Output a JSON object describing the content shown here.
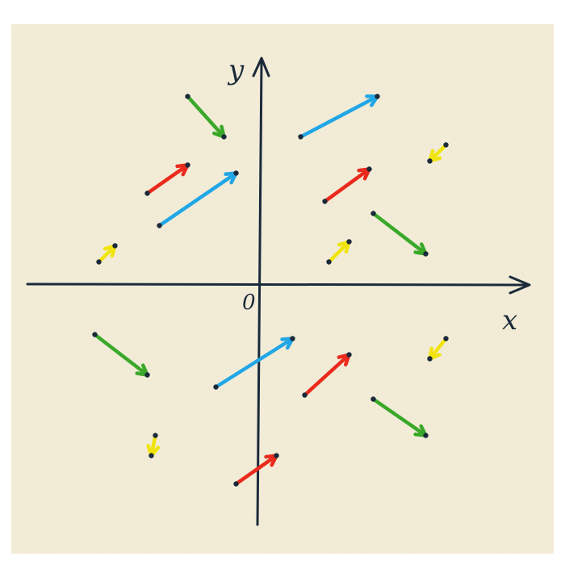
{
  "axes": {
    "x_label": "x",
    "y_label": "y",
    "origin_label": "0",
    "axis_color": "#1b2a3a"
  },
  "paper": {
    "color": "#f4eeda"
  },
  "colors": {
    "green": "#3aa829",
    "red": "#ea2a1c",
    "blue": "#21a6e6",
    "yellow": "#f1e40e",
    "endpoint": "#1b2a3a"
  },
  "vectors": [
    {
      "color": "green",
      "from": [
        -1.75,
        4.65
      ],
      "to": [
        -0.85,
        3.65
      ]
    },
    {
      "color": "red",
      "from": [
        -2.75,
        2.25
      ],
      "to": [
        -1.75,
        2.95
      ]
    },
    {
      "color": "blue",
      "from": [
        -2.45,
        1.45
      ],
      "to": [
        -0.55,
        2.75
      ]
    },
    {
      "color": "yellow",
      "from": [
        -3.95,
        0.55
      ],
      "to": [
        -3.55,
        0.95
      ]
    },
    {
      "color": "blue",
      "from": [
        1.05,
        3.65
      ],
      "to": [
        2.95,
        4.65
      ]
    },
    {
      "color": "yellow",
      "from": [
        4.65,
        3.45
      ],
      "to": [
        4.25,
        3.05
      ]
    },
    {
      "color": "red",
      "from": [
        1.65,
        2.05
      ],
      "to": [
        2.75,
        2.85
      ]
    },
    {
      "color": "green",
      "from": [
        2.85,
        1.75
      ],
      "to": [
        4.15,
        0.75
      ]
    },
    {
      "color": "yellow",
      "from": [
        1.75,
        0.55
      ],
      "to": [
        2.25,
        1.05
      ]
    },
    {
      "color": "green",
      "from": [
        -4.05,
        -1.25
      ],
      "to": [
        -2.75,
        -2.25
      ]
    },
    {
      "color": "blue",
      "from": [
        -1.05,
        -2.55
      ],
      "to": [
        0.85,
        -1.35
      ]
    },
    {
      "color": "red",
      "from": [
        1.15,
        -2.75
      ],
      "to": [
        2.25,
        -1.75
      ]
    },
    {
      "color": "yellow",
      "from": [
        4.65,
        -1.35
      ],
      "to": [
        4.25,
        -1.85
      ]
    },
    {
      "color": "green",
      "from": [
        2.85,
        -2.85
      ],
      "to": [
        4.15,
        -3.75
      ]
    },
    {
      "color": "yellow",
      "from": [
        -2.55,
        -3.75
      ],
      "to": [
        -2.65,
        -4.25
      ]
    },
    {
      "color": "red",
      "from": [
        -0.55,
        -4.95
      ],
      "to": [
        0.45,
        -4.25
      ]
    }
  ]
}
